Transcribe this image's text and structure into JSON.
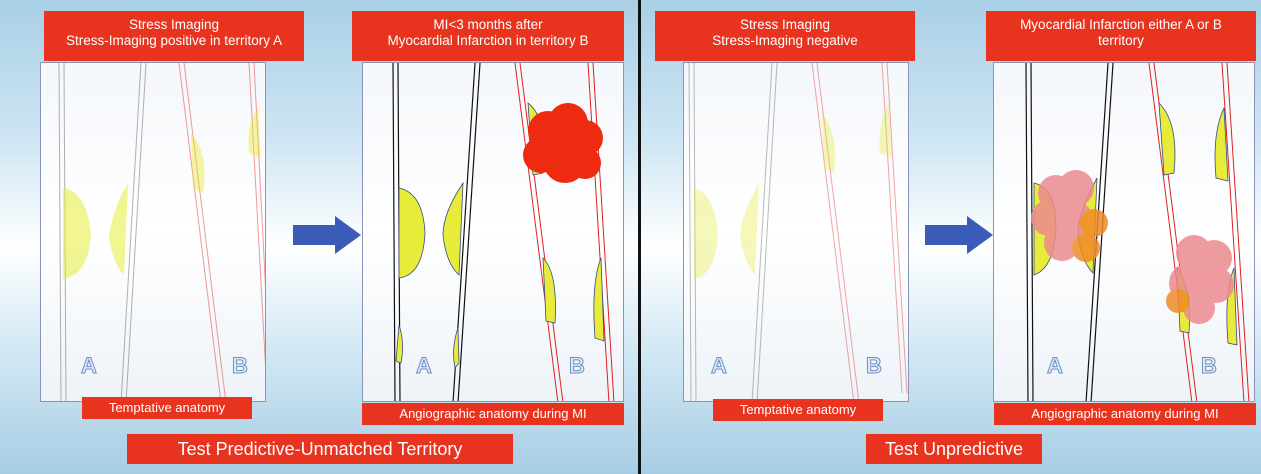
{
  "left": {
    "panel1": {
      "title_line1": "Stress Imaging",
      "title_line2": "Stress-Imaging positive in territory A",
      "bottom": "Temptative anatomy"
    },
    "panel2": {
      "title_line1": "MI<3 months after",
      "title_line2": "Myocardial Infarction in territory B",
      "bottom": "Angiographic anatomy during MI"
    },
    "caption": "Test Predictive-Unmatched Territory"
  },
  "right": {
    "panel3": {
      "title_line1": "Stress Imaging",
      "title_line2": "Stress-Imaging negative",
      "bottom": "Temptative anatomy"
    },
    "panel4": {
      "title_line1": "Myocardial Infarction either A or B",
      "title_line2": "territory",
      "bottom": "Angiographic anatomy during MI"
    },
    "caption": "Test Unpredictive"
  },
  "territories": {
    "a": "A",
    "b": "B"
  },
  "colors": {
    "label_red": "#e8341f",
    "arrow_blue": "#3a5bb8",
    "plaque_yellow": "#e6ec39",
    "infarct_red": "#ee2a10",
    "infarct_pink": "#ec8a90",
    "infarct_orange": "#f08a28"
  },
  "icons": {
    "arrow": "right-arrow-icon"
  }
}
